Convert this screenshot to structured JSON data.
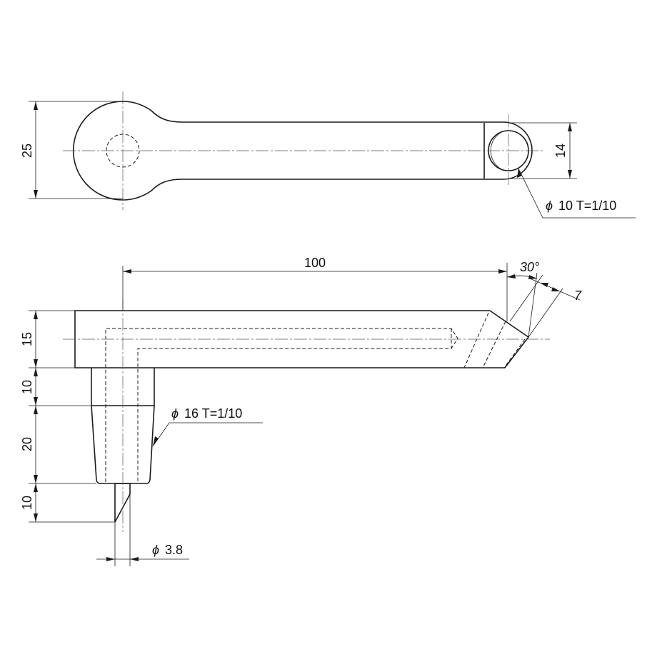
{
  "colors": {
    "line": "#1a1a1a",
    "background": "#ffffff"
  },
  "top_view": {
    "dim_height": "25",
    "dim_tip_width": "14",
    "hole_note_symbol": "ϕ",
    "hole_note_text": "10 T=1/10"
  },
  "side_view": {
    "dim_length": "100",
    "dim_angle": "30°",
    "dim_chamfer": "7",
    "dim_arm_thickness": "15",
    "dim_boss_upper": "10",
    "dim_boss_taper": "20",
    "dim_pin": "10",
    "taper_note_symbol": "ϕ",
    "taper_note_text": "16 T=1/10",
    "pin_dia_symbol": "ϕ",
    "pin_dia_text": "3.8"
  }
}
